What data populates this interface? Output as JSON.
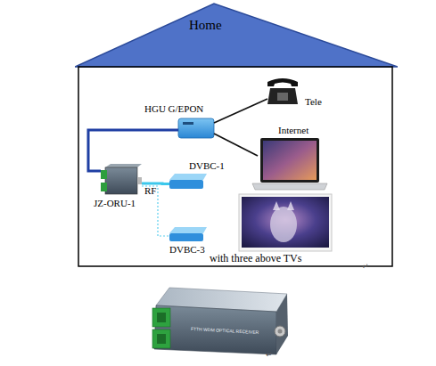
{
  "diagram": {
    "nodes": [
      {
        "text": [
          "Home"
        ]
      },
      {
        "text": [
          "HGU G/EPON"
        ],
        "in": 0
      },
      {
        "text": [
          "Tele"
        ],
        "in": 0
      },
      {
        "text": [
          "Internet"
        ],
        "in": 0
      },
      {
        "text": [
          "JZ-ORU-1"
        ],
        "in": 0
      },
      {
        "text": [
          "DVBC-1"
        ],
        "in": 0
      },
      {
        "text": [
          "DVBC-3"
        ],
        "in": 0
      },
      {
        "text": [
          "with three above TVs"
        ],
        "in": 0
      }
    ],
    "edges": [
      {
        "from": 4,
        "to": 1,
        "arrow": "none"
      },
      {
        "from": 1,
        "to": 2,
        "arrow": "none"
      },
      {
        "from": 1,
        "to": 3,
        "arrow": "none"
      },
      {
        "from": 4,
        "to": 5,
        "label": "RF",
        "arrow": "none"
      },
      {
        "from": 4,
        "to": 6,
        "arrow": "none"
      }
    ],
    "labels": [
      "FTTH WDM OPTICAL RECEIVER",
      "↵",
      "↵"
    ]
  }
}
